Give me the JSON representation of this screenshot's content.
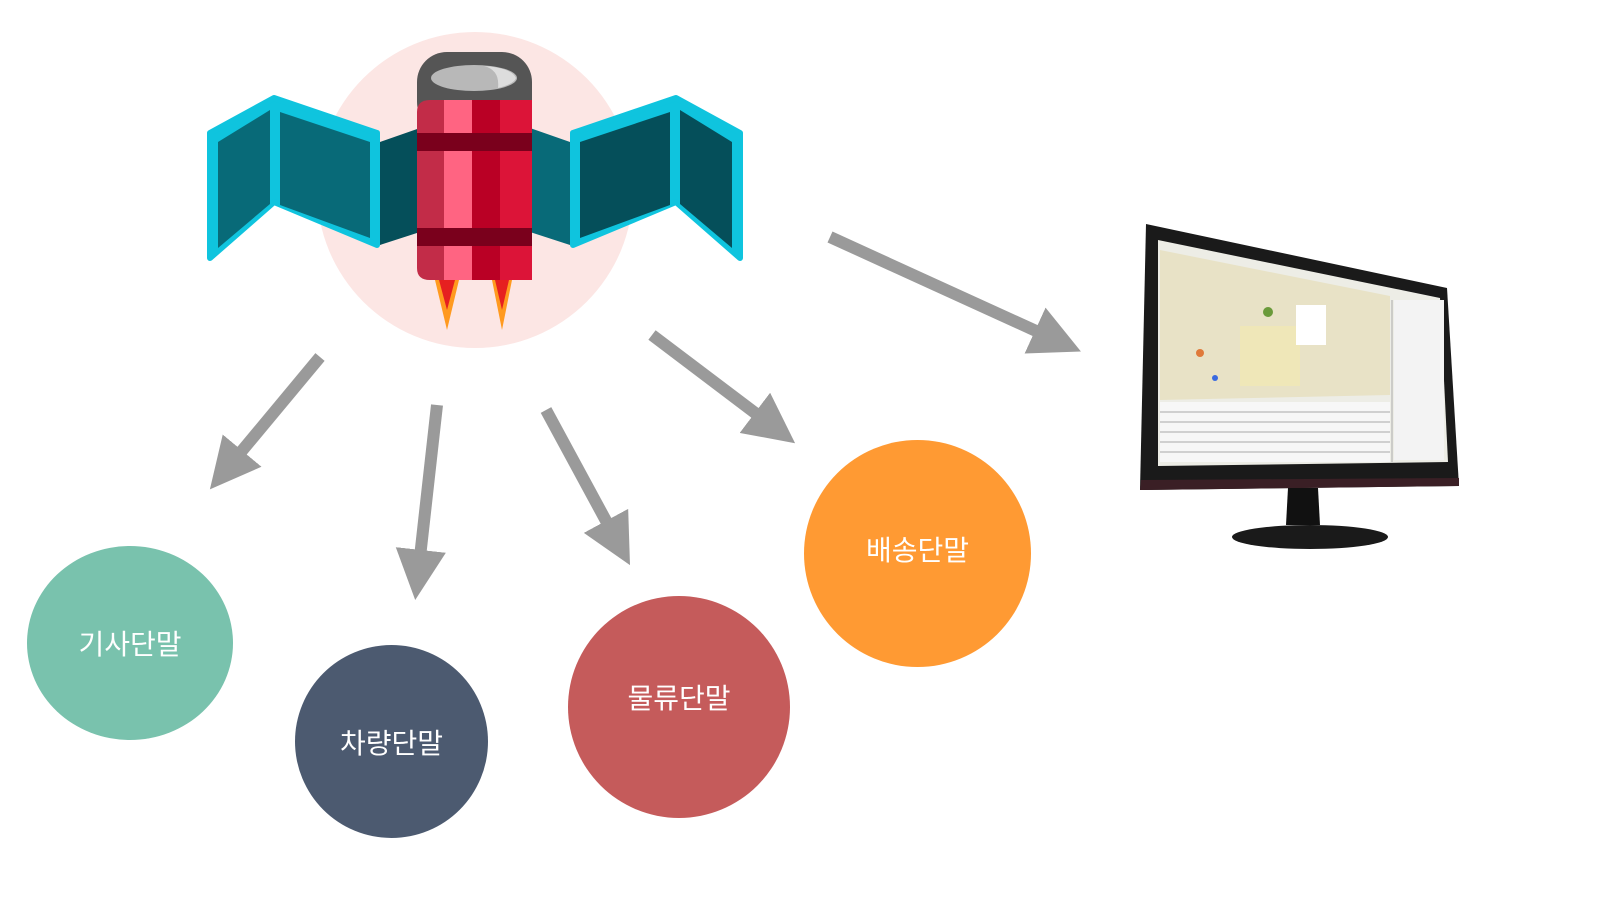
{
  "diagram": {
    "source": {
      "label": "satellite",
      "icon": "satellite-icon"
    },
    "terminals": [
      {
        "label": "기사단말",
        "color": "#79C2AD"
      },
      {
        "label": "차량단말",
        "color": "#4C5A70"
      },
      {
        "label": "물류단말",
        "color": "#C55B5B"
      },
      {
        "label": "배송단말",
        "color": "#FF9A33"
      }
    ],
    "target": {
      "icon": "monitor-icon"
    },
    "arrow_color": "#9A9A9A"
  }
}
